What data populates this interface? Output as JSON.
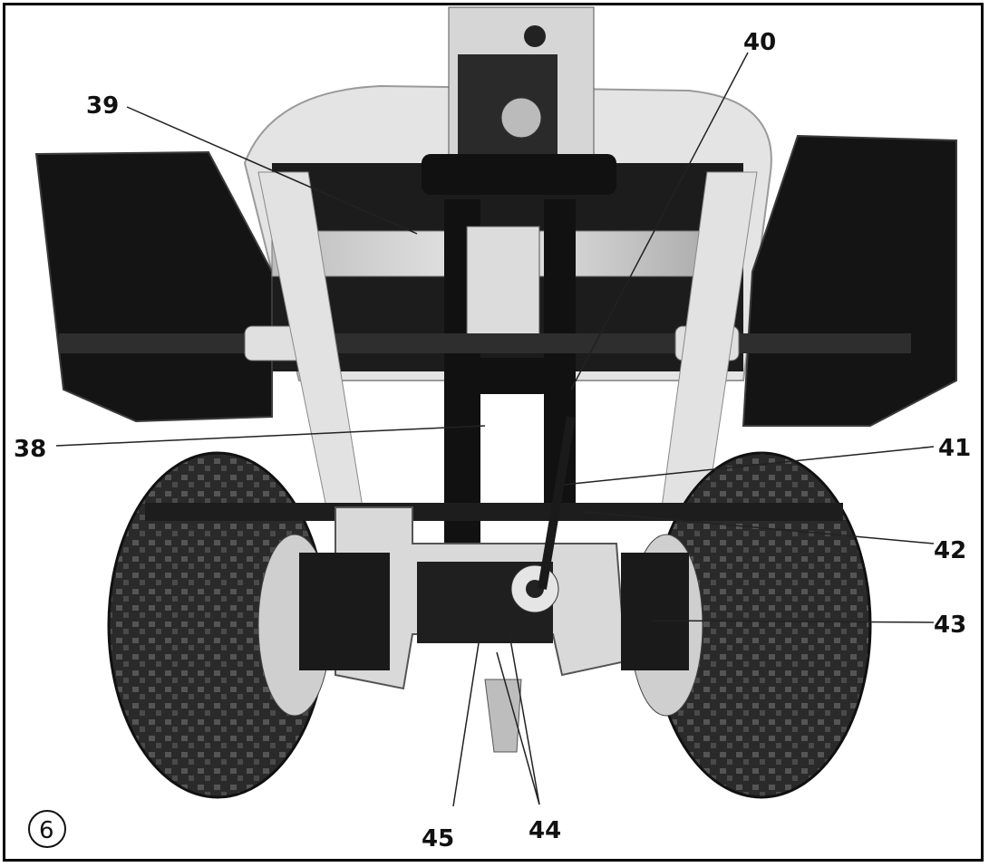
{
  "figure": {
    "number": "6"
  },
  "callouts": [
    {
      "id": "c38",
      "label": "38"
    },
    {
      "id": "c39",
      "label": "39"
    },
    {
      "id": "c40",
      "label": "40"
    },
    {
      "id": "c41",
      "label": "41"
    },
    {
      "id": "c42",
      "label": "42"
    },
    {
      "id": "c43",
      "label": "43"
    },
    {
      "id": "c44",
      "label": "44"
    },
    {
      "id": "c45",
      "label": "45"
    }
  ]
}
